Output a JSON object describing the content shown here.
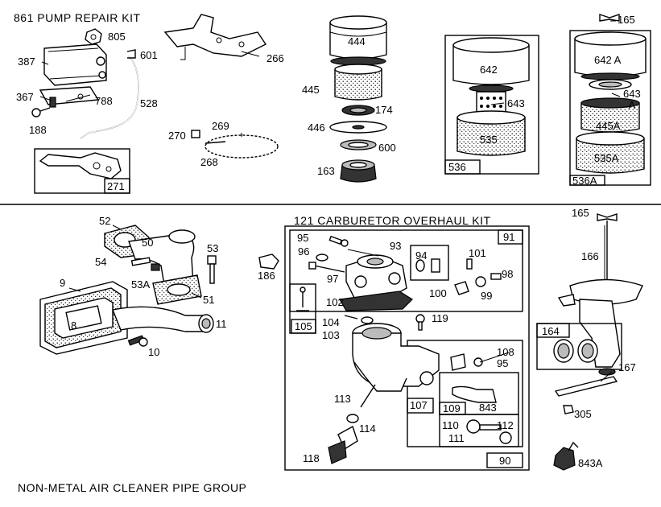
{
  "headers": {
    "pump_kit": "861  PUMP REPAIR KIT",
    "carb_kit": "121  CARBURETOR OVERHAUL KIT",
    "footer": "NON-METAL AIR CLEANER PIPE GROUP"
  },
  "callouts": {
    "c805": "805",
    "c387": "387",
    "c601": "601",
    "c367": "367",
    "c788": "788",
    "c528": "528",
    "c188": "188",
    "c271": "271",
    "c266": "266",
    "c270": "270",
    "c269": "269",
    "c268": "268",
    "c444": "444",
    "c445": "445",
    "c174": "174",
    "c446": "446",
    "c600": "600",
    "c163": "163",
    "c642": "642",
    "c643": "643",
    "c535": "535",
    "c536": "536",
    "c165a": "165",
    "c642A": "642 A",
    "c643A": "643\nA",
    "c445A": "445A",
    "c535A": "535A",
    "c536A": "536A",
    "c52": "52",
    "c50": "50",
    "c53": "53",
    "c54": "54",
    "c53A": "53A",
    "c186": "186",
    "c9": "9",
    "c8": "8",
    "c51": "51",
    "c11": "11",
    "c10": "10",
    "c95a": "95",
    "c96": "96",
    "c93": "93",
    "c91": "91",
    "c94": "94",
    "c101": "101",
    "c98": "98",
    "c97": "97",
    "c100": "100",
    "c99": "99",
    "c102": "102",
    "c105": "105",
    "c104": "104",
    "c119": "119",
    "c103": "103",
    "c108": "108",
    "c95b": "95",
    "c113": "113",
    "c107": "107",
    "c109": "109",
    "c843": "843",
    "c114": "114",
    "c110": "110",
    "c112": "112",
    "c111": "111",
    "c118": "118",
    "c90": "90",
    "c165b": "165",
    "c166": "166",
    "c164": "164",
    "c167": "167",
    "c305": "305",
    "c843A": "843A"
  }
}
